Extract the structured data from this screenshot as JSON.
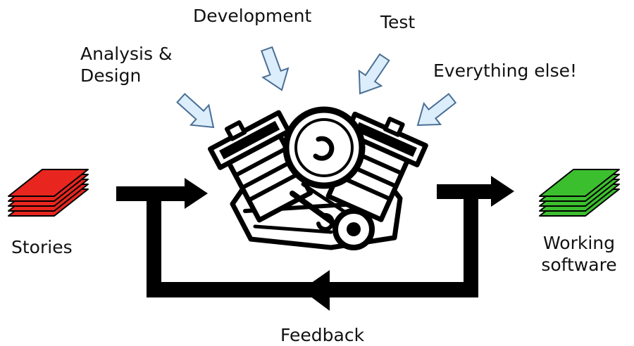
{
  "labels": {
    "analysis_line1": "Analysis &",
    "analysis_line2": "Design",
    "development": "Development",
    "test": "Test",
    "everything_else": "Everything else!",
    "stories": "Stories",
    "working_line1": "Working",
    "working_line2": "software",
    "feedback": "Feedback"
  },
  "colors": {
    "stories_stack": "#e8261f",
    "working_stack": "#3cbf2f",
    "input_arrow_fill": "#dceefb",
    "input_arrow_stroke": "#4a6f95",
    "flow_arrow": "#000000",
    "engine_ink": "#000000"
  },
  "icons": {
    "engine": "engine-icon",
    "stories": "stacked-cards-icon",
    "working_software": "stacked-cards-icon"
  }
}
